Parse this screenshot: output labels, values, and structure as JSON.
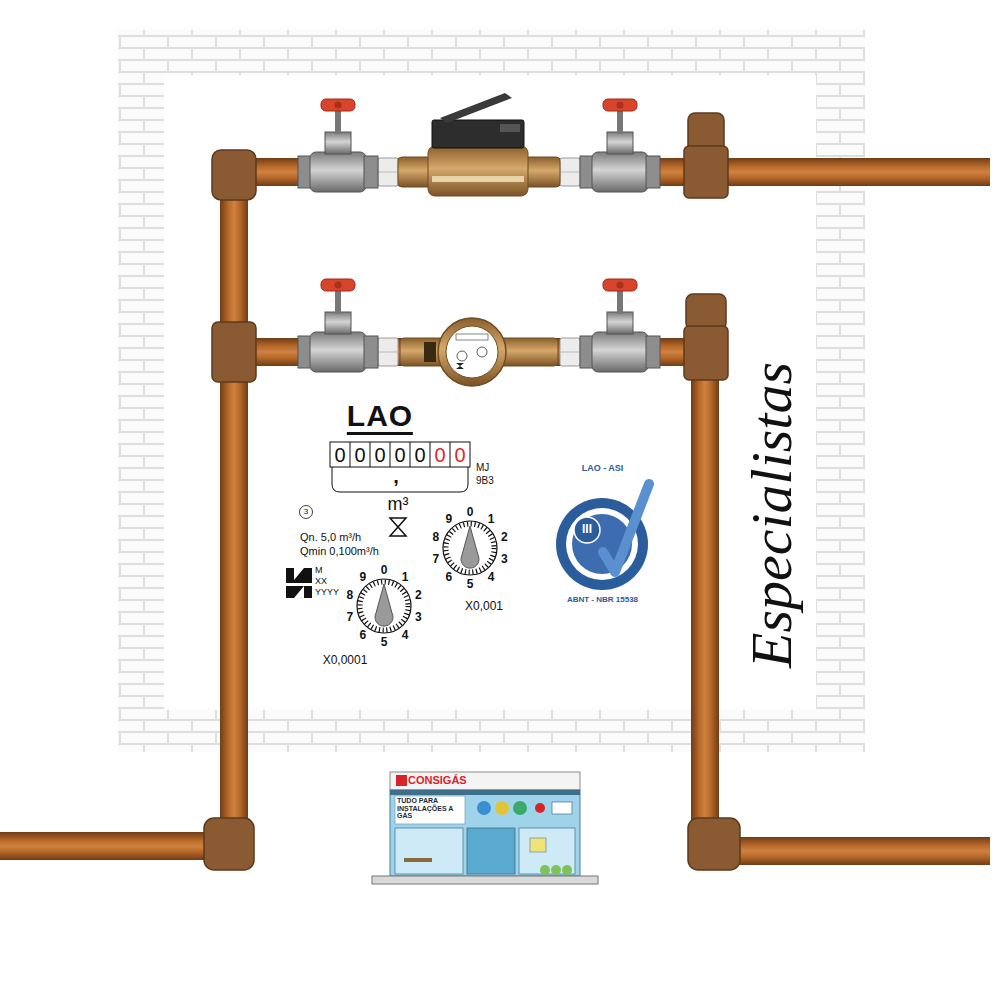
{
  "diagram": {
    "nodes": [
      {
        "text": [
          "LAO - ASI",
          "III",
          "ABNT - NBR 15538"
        ]
      },
      {
        "text": [
          "CONSIGÁS",
          "TUDO PARA INSTALAÇÕES A GÁS"
        ]
      }
    ],
    "labels": [
      "LAO",
      "0",
      "0",
      "0",
      "0",
      "0",
      "0",
      "0",
      ",",
      "MJ",
      "9B3",
      "m³",
      "3",
      "Qn. 5,0 m³/h",
      "Qmin 0,100m³/h",
      "M",
      "XX",
      "YYYY",
      "0",
      "1",
      "2",
      "3",
      "4",
      "5",
      "6",
      "7",
      "8",
      "9",
      "X0,001",
      "0",
      "1",
      "2",
      "3",
      "4",
      "5",
      "6",
      "7",
      "8",
      "9",
      "X0,0001",
      "Especialistas"
    ]
  }
}
